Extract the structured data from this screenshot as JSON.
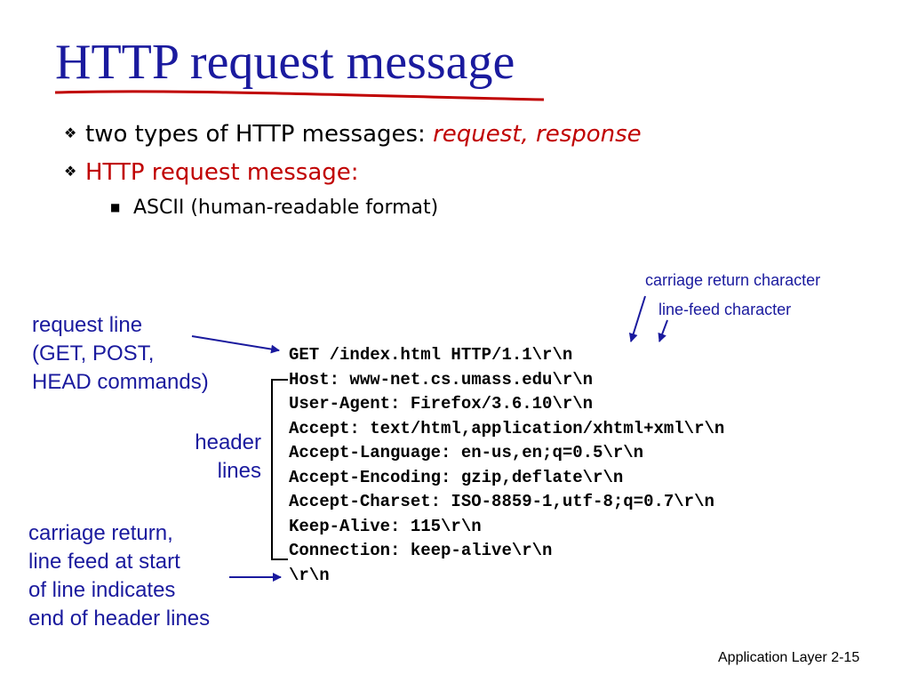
{
  "title": "HTTP request message",
  "bullets": [
    {
      "text": "two types of HTTP messages: ",
      "emphasis": "request, response"
    },
    {
      "text": "HTTP request message:"
    }
  ],
  "sub_bullet": {
    "ascii": "ASCII",
    "rest": " (human-readable format)"
  },
  "annotations": {
    "carriage_return_character": "carriage return character",
    "line_feed_character": "line-feed character",
    "request_line": [
      "request line",
      "(GET, POST,",
      "HEAD commands)"
    ],
    "header_lines": [
      "header",
      "lines"
    ],
    "crlf_end": [
      "carriage return,",
      "line feed at start",
      "of line indicates",
      "end of header lines"
    ]
  },
  "request_lines": [
    "GET /index.html HTTP/1.1\\r\\n",
    "Host: www-net.cs.umass.edu\\r\\n",
    "User-Agent: Firefox/3.6.10\\r\\n",
    "Accept: text/html,application/xhtml+xml\\r\\n",
    "Accept-Language: en-us,en;q=0.5\\r\\n",
    "Accept-Encoding: gzip,deflate\\r\\n",
    "Accept-Charset: ISO-8859-1,utf-8;q=0.7\\r\\n",
    "Keep-Alive: 115\\r\\n",
    "Connection: keep-alive\\r\\n",
    "\\r\\n"
  ],
  "footer": {
    "section": "Application Layer",
    "page": "2-15"
  },
  "colors": {
    "title_blue": "#1a1a9e",
    "accent_red": "#c00000",
    "underline_red": "#c00000"
  },
  "icons": {
    "bullet_level1": "diamond-bullet-icon",
    "bullet_level2": "square-bullet-icon"
  }
}
